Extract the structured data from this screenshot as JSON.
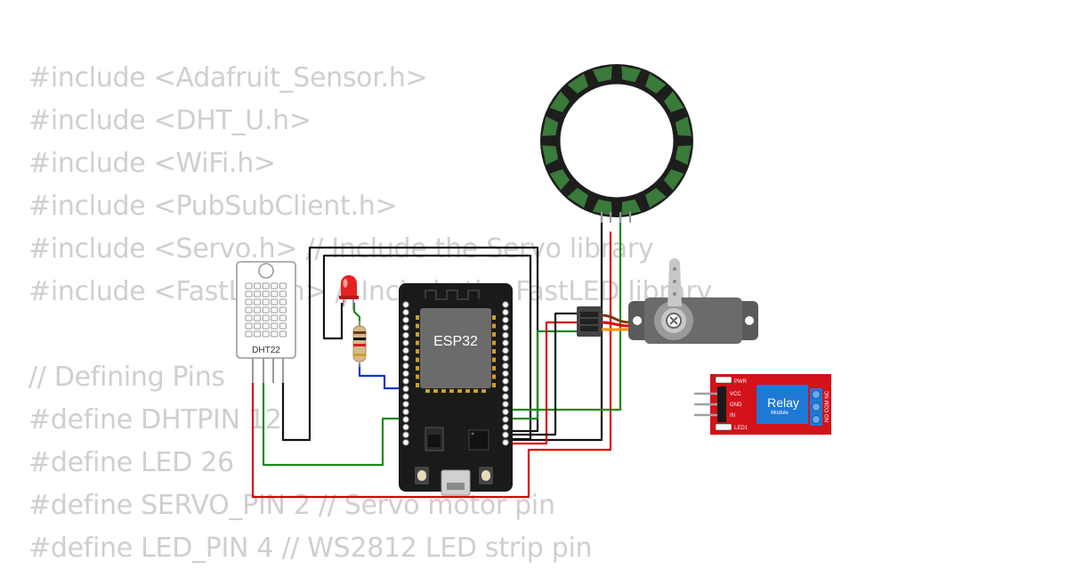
{
  "code_lines": [
    "#include <Adafruit_Sensor.h>",
    "#include <DHT_U.h>",
    "#include <WiFi.h>",
    "#include <PubSubClient.h>",
    "#include <Servo.h> // Include the Servo library",
    "#include <FastLED.h> // Include the FastLED library",
    "",
    "// Defining Pins",
    "#define DHTPIN 12",
    "#define LED 26",
    "#define SERVO_PIN 2 // Servo motor pin",
    "#define LED_PIN 4 // WS2812 LED strip pin"
  ],
  "components": {
    "dht": {
      "label": "DHT22"
    },
    "esp32": {
      "label": "ESP32"
    },
    "relay": {
      "title": "Relay",
      "subtitle": "Module",
      "pin_labels": [
        "VCC",
        "GND",
        "IN"
      ],
      "led_labels": [
        "PWR",
        "LED1"
      ],
      "terminal_labels": "NO COM NC"
    },
    "led_ring": {
      "pixel_count": 16
    }
  },
  "colors": {
    "code_text": "#cfcfcf",
    "wire_black": "#111111",
    "wire_red": "#dd0000",
    "wire_green": "#1b8a1b",
    "wire_blue": "#1133cc",
    "board": "#1a1a1a",
    "chip": "#6b6b6b",
    "relay_board": "#d4121a",
    "relay_box": "#1e78d6",
    "ring_segment": "#3a7a3a",
    "led_red": "#e52222"
  }
}
